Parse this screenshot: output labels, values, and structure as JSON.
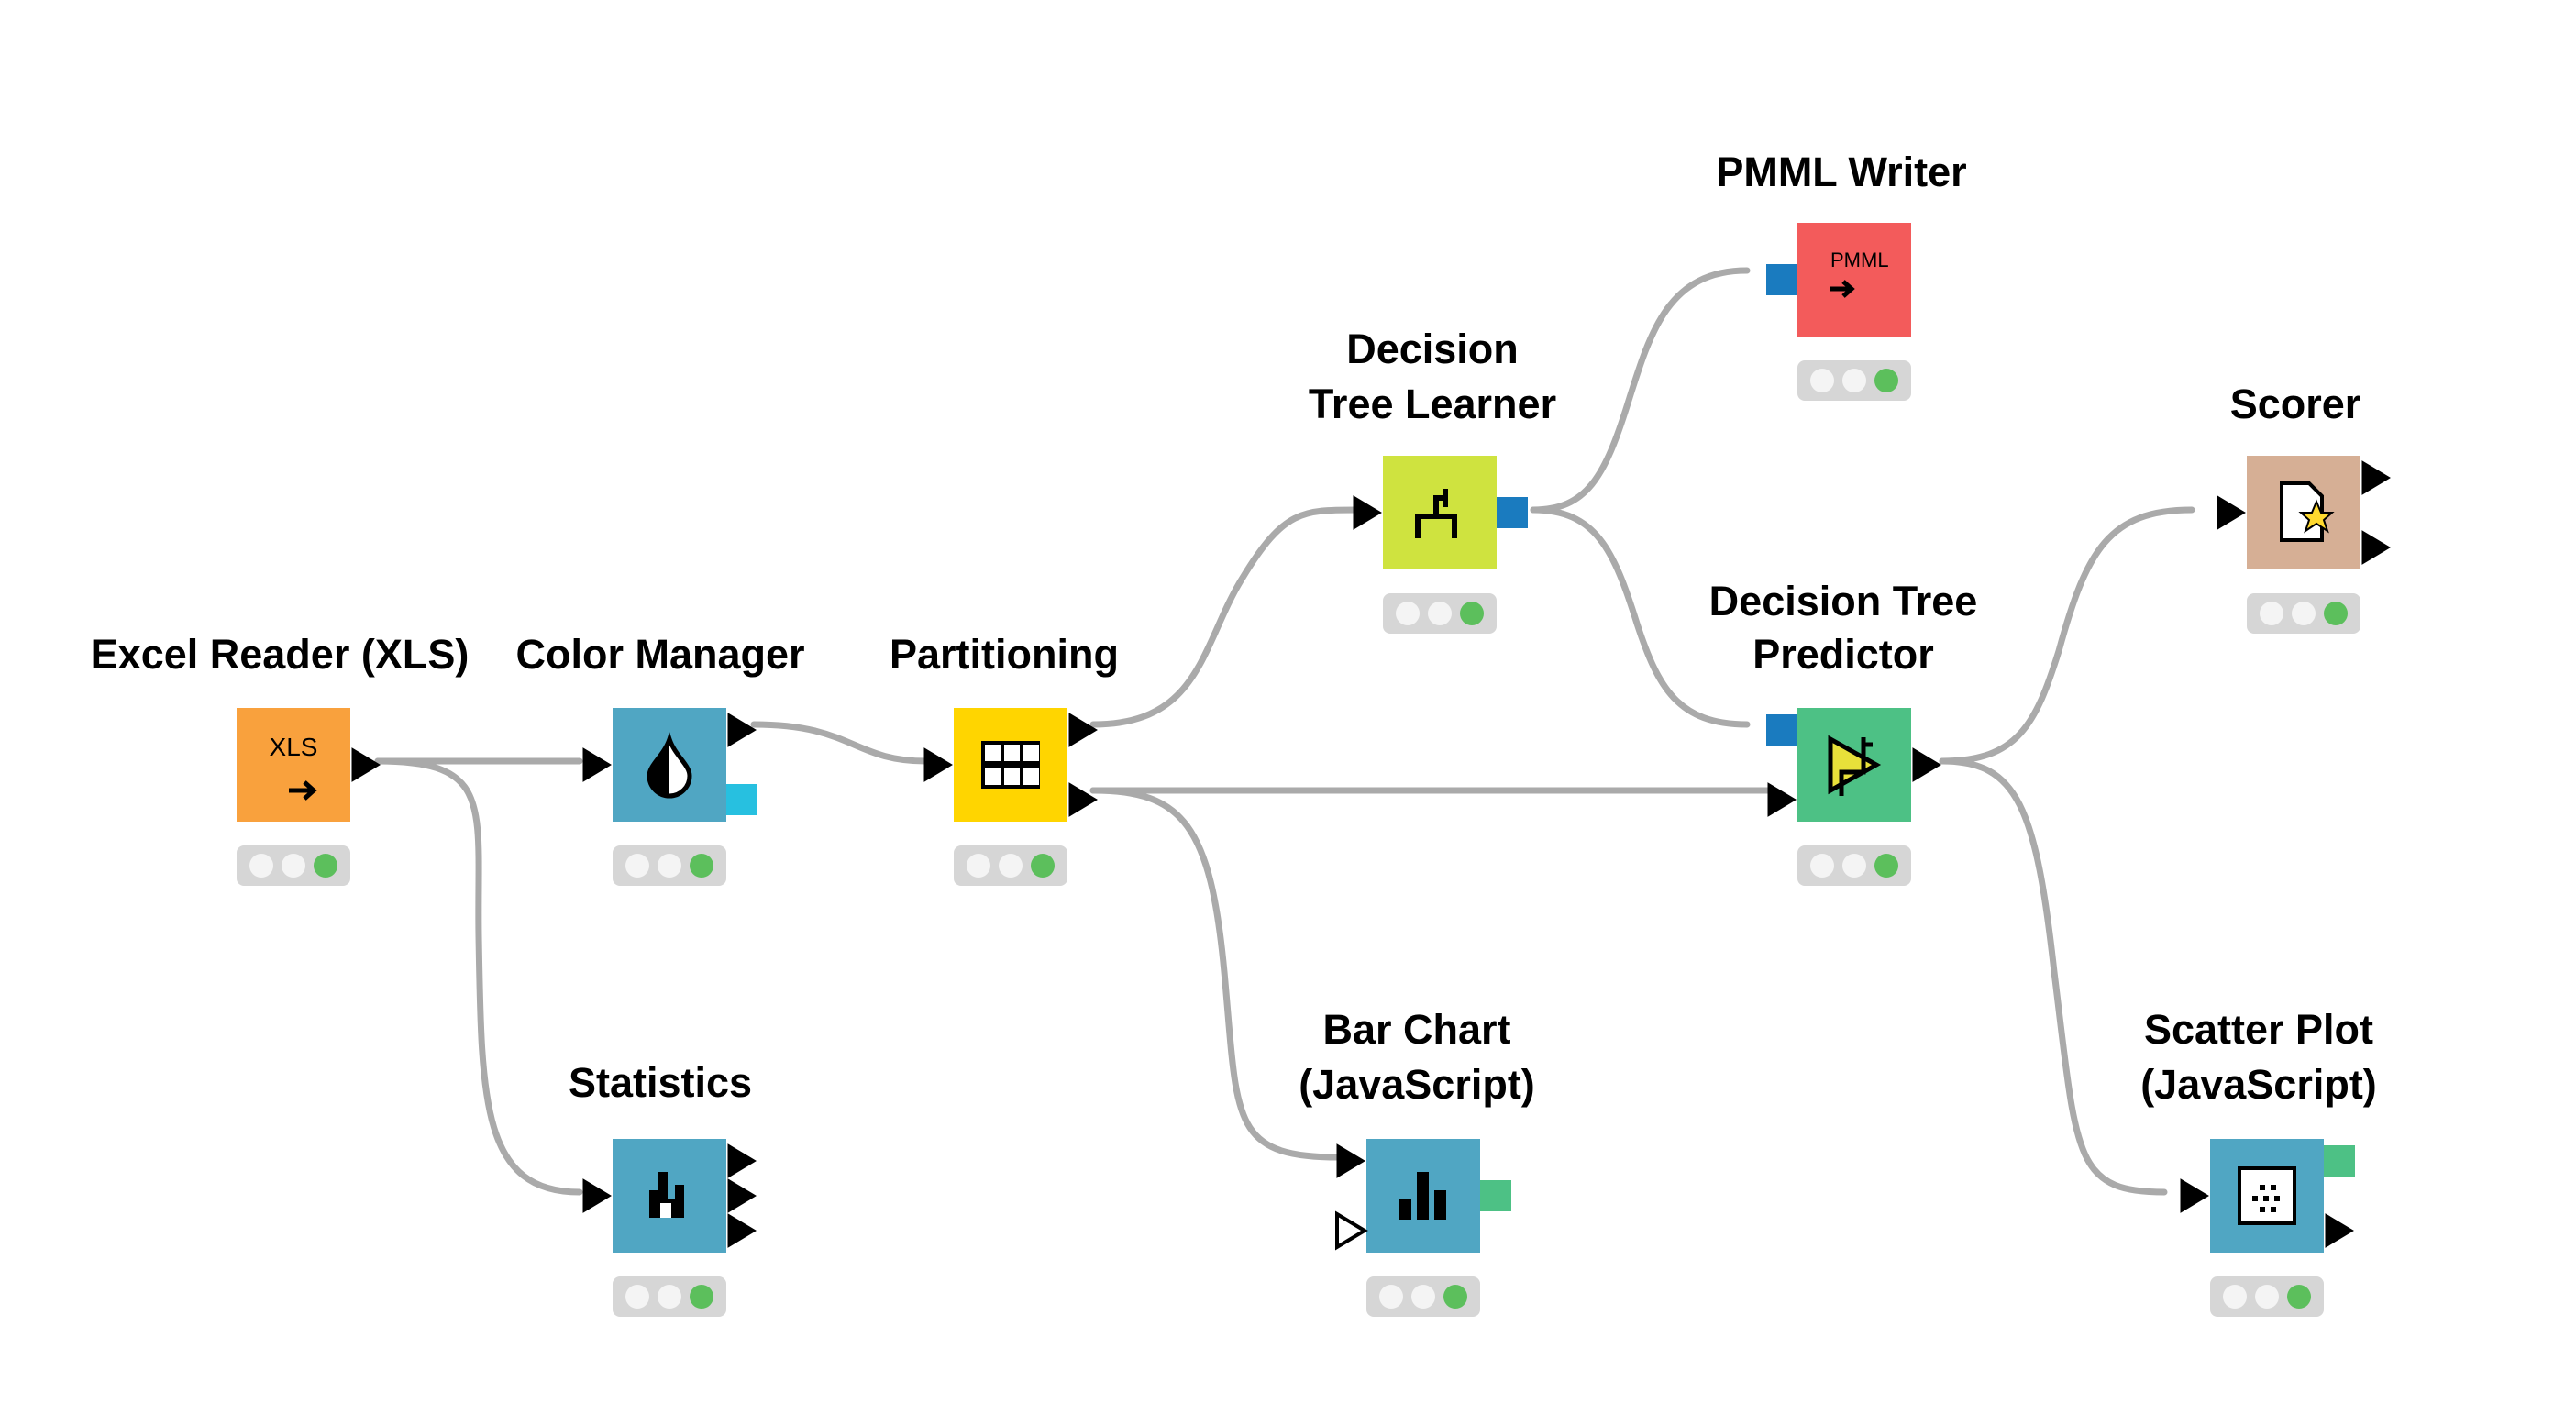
{
  "workflow": {
    "nodes": [
      {
        "id": "excel",
        "label_lines": [
          "Excel Reader (XLS)"
        ],
        "icon": "xls-reader-icon",
        "icon_text": "XLS",
        "color": "#F9A13D",
        "status": "green"
      },
      {
        "id": "color",
        "label_lines": [
          "Color Manager"
        ],
        "icon": "color-drop-icon",
        "color": "#50A6C3",
        "status": "green"
      },
      {
        "id": "stats",
        "label_lines": [
          "Statistics"
        ],
        "icon": "statistics-icon",
        "color": "#50A6C3",
        "status": "green"
      },
      {
        "id": "part",
        "label_lines": [
          "Partitioning"
        ],
        "icon": "partition-table-icon",
        "color": "#FFD500",
        "status": "green"
      },
      {
        "id": "dtl",
        "label_lines": [
          "Decision",
          "Tree Learner"
        ],
        "icon": "tree-learner-icon",
        "color": "#CFE33F",
        "status": "green"
      },
      {
        "id": "bar",
        "label_lines": [
          "Bar Chart",
          "(JavaScript)"
        ],
        "icon": "bar-chart-icon",
        "color": "#50A6C3",
        "status": "green"
      },
      {
        "id": "pmml",
        "label_lines": [
          "PMML Writer"
        ],
        "icon": "pmml-writer-icon",
        "icon_text": "PMML",
        "color": "#F35B5B",
        "status": "green"
      },
      {
        "id": "dtp",
        "label_lines": [
          "Decision Tree",
          "Predictor"
        ],
        "icon": "tree-predictor-icon",
        "color": "#4DC185",
        "status": "green"
      },
      {
        "id": "scorer",
        "label_lines": [
          "Scorer"
        ],
        "icon": "scorer-icon",
        "color": "#D6AF95",
        "status": "green"
      },
      {
        "id": "scatter",
        "label_lines": [
          "Scatter Plot",
          "(JavaScript)"
        ],
        "icon": "scatter-plot-icon",
        "color": "#50A6C3",
        "status": "green"
      }
    ],
    "connections": [
      {
        "from": "excel",
        "to": "color"
      },
      {
        "from": "excel",
        "to": "stats"
      },
      {
        "from": "color",
        "to": "part"
      },
      {
        "from": "part",
        "to": "dtl"
      },
      {
        "from": "part",
        "to": "dtp"
      },
      {
        "from": "part",
        "to": "bar"
      },
      {
        "from": "dtl",
        "to": "pmml"
      },
      {
        "from": "dtl",
        "to": "dtp"
      },
      {
        "from": "dtp",
        "to": "scorer"
      },
      {
        "from": "dtp",
        "to": "scatter"
      }
    ],
    "colors": {
      "connection": "#AAAAAA",
      "model_port": "#1A7BBF",
      "color_port": "#27C0E0",
      "view_port": "#4DC185",
      "status_bg": "#D6D6D6",
      "status_off": "#F4F4F4",
      "status_green": "#5CBF5C"
    }
  }
}
